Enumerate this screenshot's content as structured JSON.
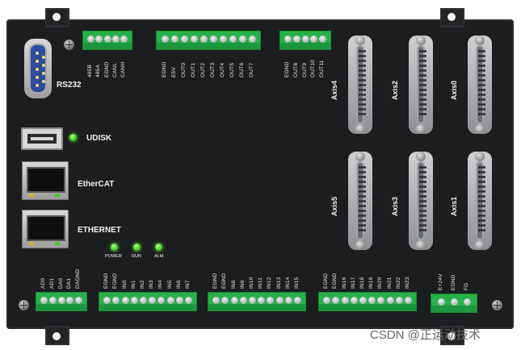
{
  "colors": {
    "chassis": "#1c1d1f",
    "terminal": "#27b14b",
    "led": "#3ad11f",
    "watermark": "#6a6a6a"
  },
  "ports": {
    "rs232": "RS232",
    "udisk": "UDISK",
    "ethercat": "EtherCAT",
    "ethernet": "ETHERNET"
  },
  "leds": [
    "POWER",
    "RUN",
    "ALM"
  ],
  "axes": [
    "Axis4",
    "Axis2",
    "Axis0",
    "Axis5",
    "Axis3",
    "Axis1"
  ],
  "top_terminals": [
    {
      "pins": [
        "485B",
        "485A",
        "EGND",
        "CANL",
        "CANH"
      ]
    },
    {
      "pins": [
        "EGND",
        "E5V",
        "OUT0",
        "OUT1",
        "OUT2",
        "OUT3",
        "OUT4",
        "OUT5",
        "OUT6",
        "OUT7"
      ]
    },
    {
      "pins": [
        "EGND",
        "OUT8",
        "OUT9",
        "OUT10",
        "OUT11"
      ]
    }
  ],
  "bottom_terminals": [
    {
      "pins": [
        "AD0",
        "AD1",
        "DA0",
        "DA1",
        "DAGND"
      ]
    },
    {
      "pins": [
        "EGND",
        "EGND",
        "IN0",
        "IN1",
        "IN2",
        "IN3",
        "IN4",
        "IN5",
        "IN6",
        "IN7"
      ]
    },
    {
      "pins": [
        "EGND",
        "EGND",
        "IN8",
        "IN9",
        "IN10",
        "IN11",
        "IN12",
        "IN13",
        "IN14",
        "IN15"
      ]
    },
    {
      "pins": [
        "EGND",
        "EGND",
        "IN16",
        "IN17",
        "IN18",
        "IN19",
        "IN20",
        "IN21",
        "IN22",
        "IN23"
      ]
    },
    {
      "pins": [
        "E+24V",
        "EGND",
        "FG"
      ]
    }
  ],
  "watermark": "CSDN @正运动技术"
}
